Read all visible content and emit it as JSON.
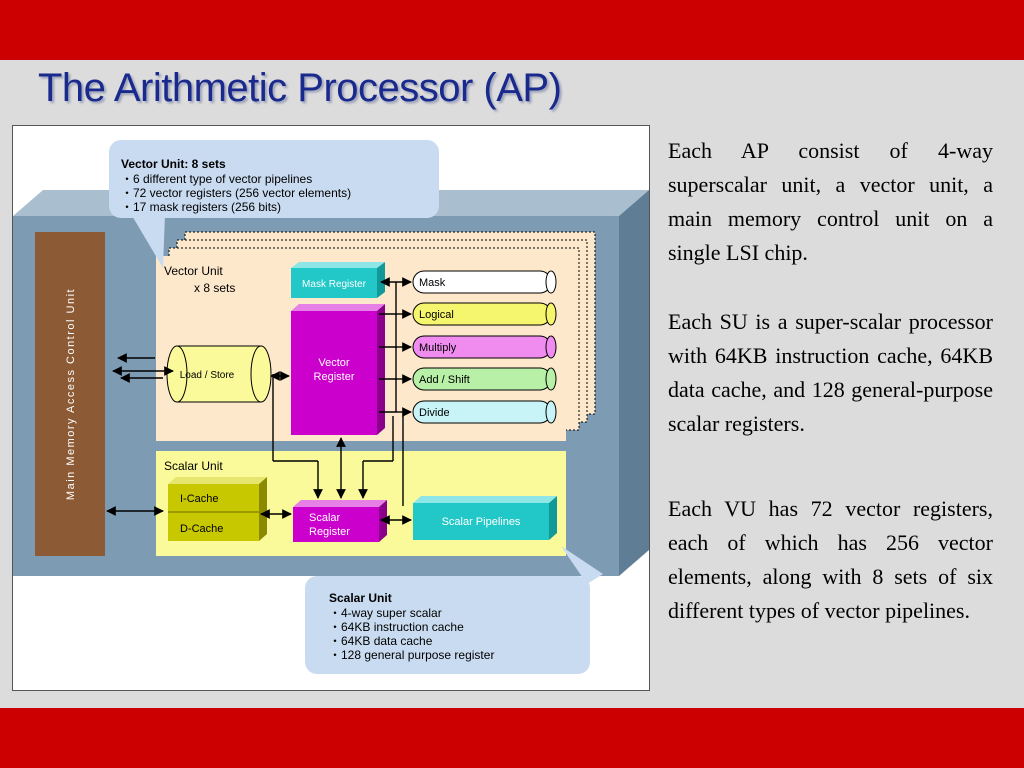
{
  "slide": {
    "title": "The Arithmetic Processor (AP)",
    "paragraphs": [
      "Each AP consist of 4-way superscalar unit, a vector unit, a main memory control unit on a single LSI chip.",
      "Each SU is a super-scalar processor with 64KB instruction cache, 64KB data cache, and 128 general-purpose scalar registers.",
      "Each VU has 72 vector registers, each of which has 256 vector elements, along with 8 sets of six different types of vector pipelines."
    ]
  },
  "diagram": {
    "vu_callout": {
      "title": "Vector Unit: 8 sets",
      "items": [
        "・6 different type of vector pipelines",
        "・72 vector registers (256 vector elements)",
        "・17 mask registers (256 bits)"
      ]
    },
    "su_callout": {
      "title": "Scalar Unit",
      "items": [
        "・4-way super scalar",
        "・64KB instruction cache",
        "・64KB data cache",
        "・128 general purpose register"
      ]
    },
    "mmu_label": "Main Memory Access Control Unit",
    "vector_unit": {
      "label": "Vector Unit",
      "sets": "x 8 sets"
    },
    "load_store": "Load / Store",
    "mask_register": "Mask Register",
    "vector_register": [
      "Vector",
      "Register"
    ],
    "pipelines": [
      {
        "label": "Mask",
        "color": "#ffffff"
      },
      {
        "label": "Logical",
        "color": "#f5f56e"
      },
      {
        "label": "Multiply",
        "color": "#f08cf0"
      },
      {
        "label": "Add / Shift",
        "color": "#b8f0a8"
      },
      {
        "label": "Divide",
        "color": "#c8f4f8"
      }
    ],
    "scalar_unit": "Scalar Unit",
    "icache": "I-Cache",
    "dcache": "D-Cache",
    "scalar_register": [
      "Scalar",
      "Register"
    ],
    "scalar_pipelines": "Scalar Pipelines",
    "colors": {
      "chip": "#7d9cb4",
      "mmu": "#8c5a35",
      "vu_panel": "#fde8cc",
      "su_panel": "#fafa9a",
      "mask_reg": "#22c8c8",
      "vector_reg": "#cc00cc",
      "scalar_reg": "#cc00cc",
      "cache": "#c8c800",
      "scalar_pipe": "#22c8c8",
      "callout": "#c9dbf0"
    }
  }
}
